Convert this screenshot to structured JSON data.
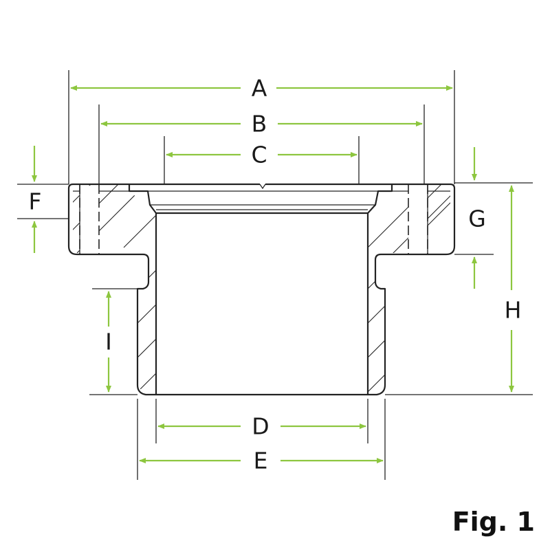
{
  "figure": {
    "caption": "Fig. 1",
    "accent_color": "#8dc63f",
    "line_color": "#222222",
    "labels": {
      "A": "A",
      "B": "B",
      "C": "C",
      "D": "D",
      "E": "E",
      "F": "F",
      "G": "G",
      "H": "H",
      "I": "I"
    }
  }
}
